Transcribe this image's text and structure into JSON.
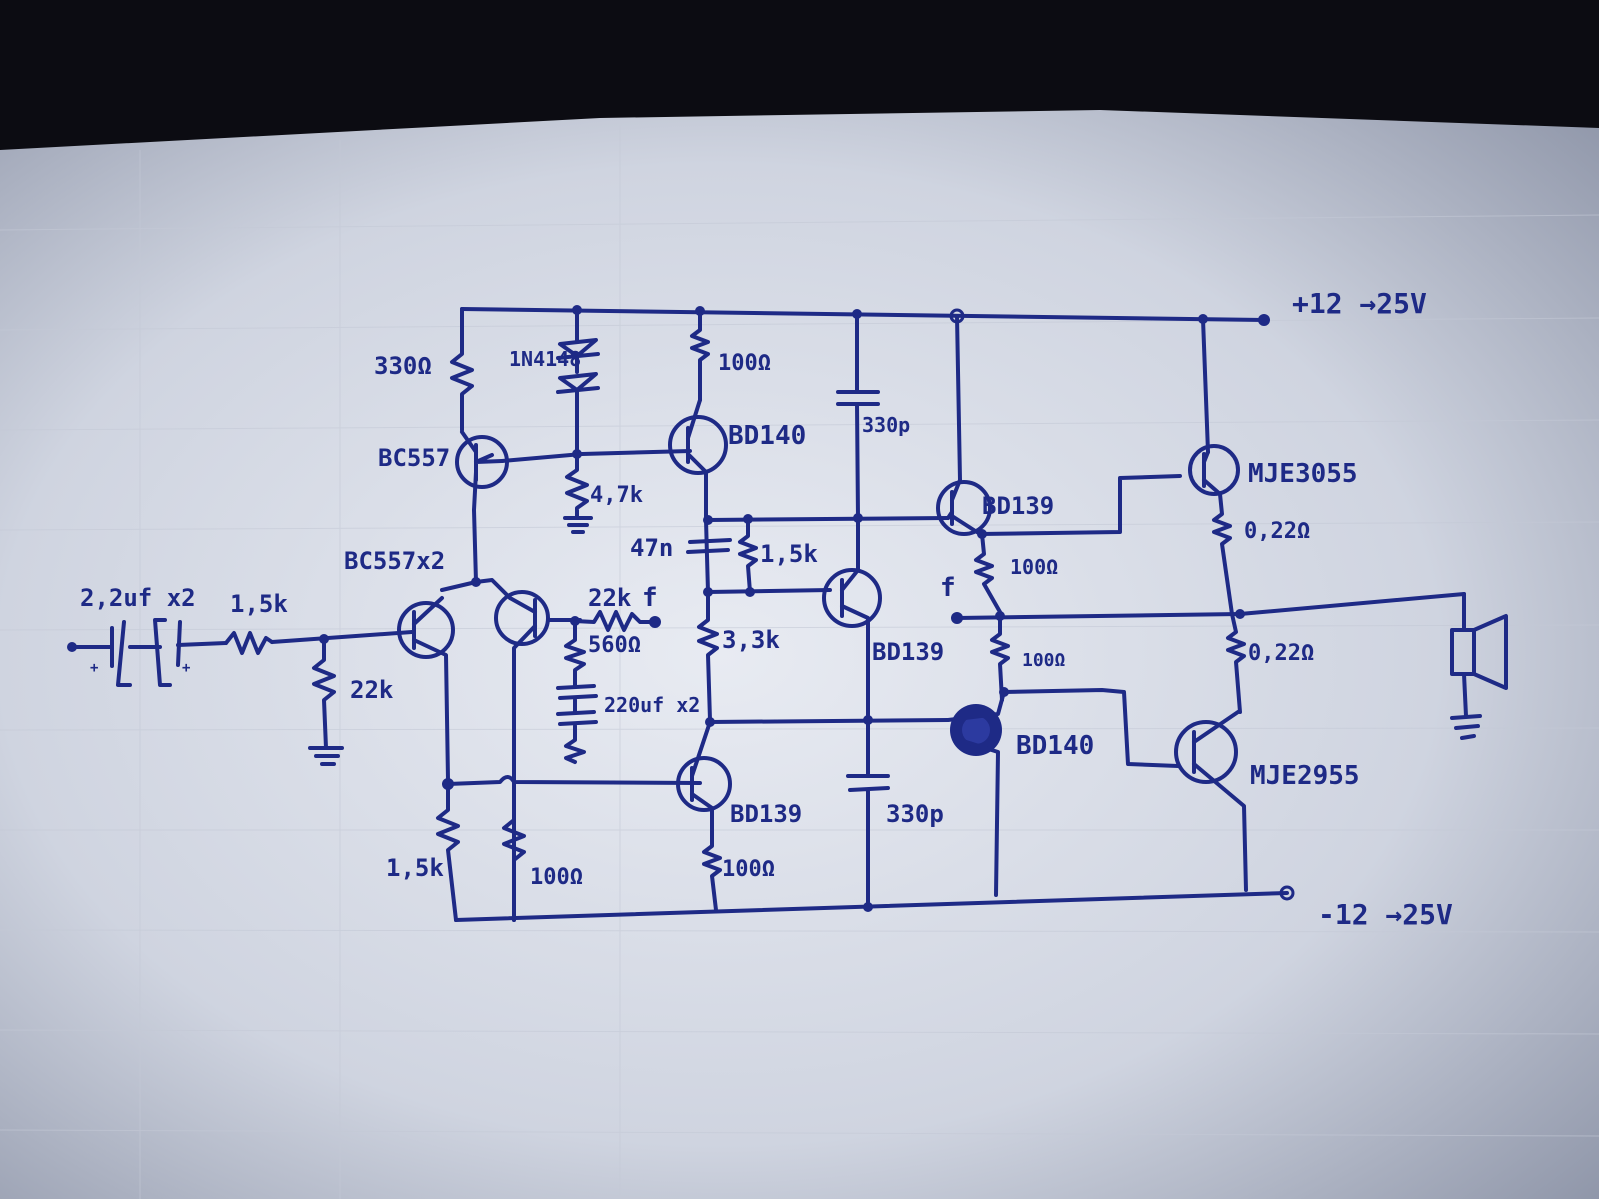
{
  "rails": {
    "positive": "+12 →25V",
    "negative": "-12 →25V"
  },
  "input": {
    "capacitor": "2,2uf x2",
    "series_resistor": "1,5k",
    "shunt_resistor": "22k"
  },
  "input_stage": {
    "pair_label": "BC557x2",
    "tail_resistor": "330Ω",
    "diodes": "1N4148",
    "tail_transistor": "BC557",
    "bias_resistor": "4,7k",
    "feedback_resistor": "22k",
    "feedback_tag": "f",
    "feedback_shunt_resistor": "560Ω",
    "feedback_capacitor": "220uf x2",
    "mirror_resistor_left": "1,5k",
    "mirror_resistor_right": "100Ω"
  },
  "vas": {
    "upper_transistor": "BD140",
    "upper_emitter_resistor": "100Ω",
    "comp_capacitor_upper": "330p",
    "comp_capacitor_mid": "47n",
    "multiplier_resistor_top": "1,5k",
    "multiplier_resistor_bottom": "3,3k",
    "multiplier_transistor": "BD139",
    "lower_transistor": "BD139",
    "lower_emitter_resistor": "100Ω",
    "comp_capacitor_lower": "330p"
  },
  "output": {
    "driver_top": "BD139",
    "driver_bottom": "BD140",
    "driver_resistor_top": "100Ω",
    "driver_resistor_bottom": "100Ω",
    "feedback_tag": "f",
    "power_top": "MJE3055",
    "power_bottom": "MJE2955",
    "emitter_resistor_top": "0,22Ω",
    "emitter_resistor_bottom": "0,22Ω"
  },
  "colors": {
    "ink": "#1e2a86",
    "paper": "#d7dbe6",
    "background": "#0c0c12"
  },
  "icons": [
    "speaker-icon",
    "ground-icon"
  ]
}
